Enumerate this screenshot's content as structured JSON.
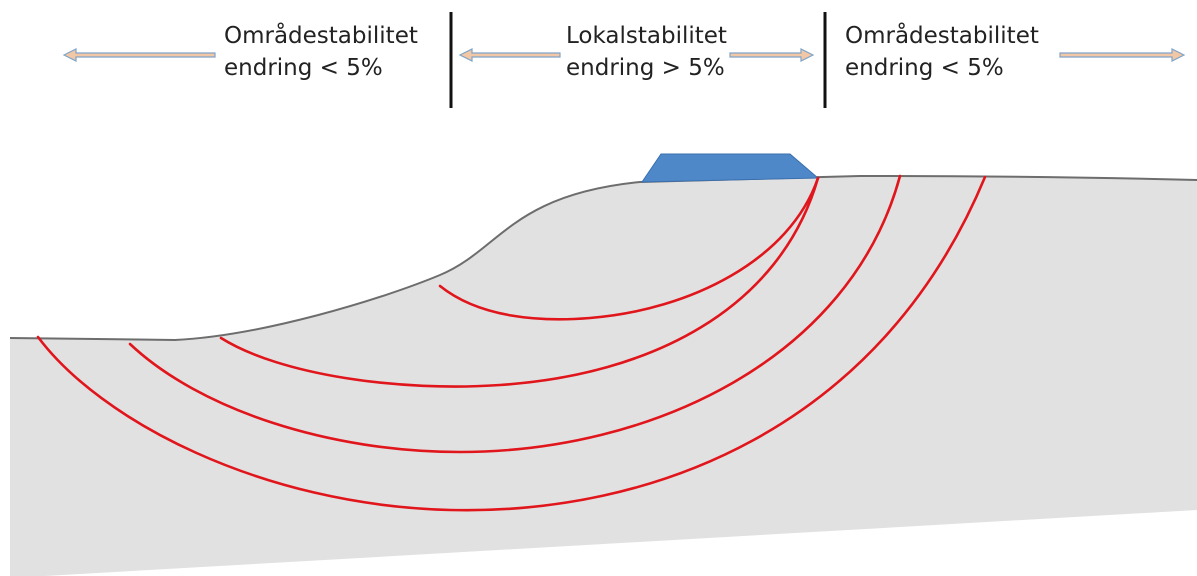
{
  "zones": [
    {
      "title": "Områdestabilitet",
      "subtitle": "endring < 5%"
    },
    {
      "title": "Lokalstabilitet",
      "subtitle": "endring > 5%"
    },
    {
      "title": "Områdestabilitet",
      "subtitle": "endring < 5%"
    }
  ],
  "colors": {
    "soil": "#e2e1e1",
    "ground_line": "#6d6d6d",
    "slip_surface": "#e0161c",
    "embankment": "#4f88c9",
    "embankment_edge": "#3a6fae",
    "divider": "#111111",
    "arrow_edge": "#7fa4c9",
    "arrow_fill": "#f2c7a6"
  }
}
